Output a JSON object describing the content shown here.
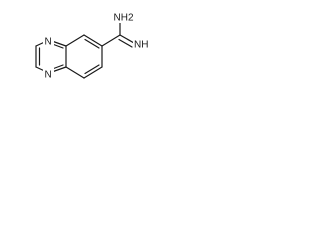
{
  "molecule": {
    "atoms": {
      "n_ring_top": "N",
      "n_ring_bottom": "N",
      "amine": "NH2",
      "imine": "NH"
    },
    "colors": {
      "bond": "#1a1a1a",
      "label": "#1a1a1a",
      "background": "#ffffff"
    }
  }
}
